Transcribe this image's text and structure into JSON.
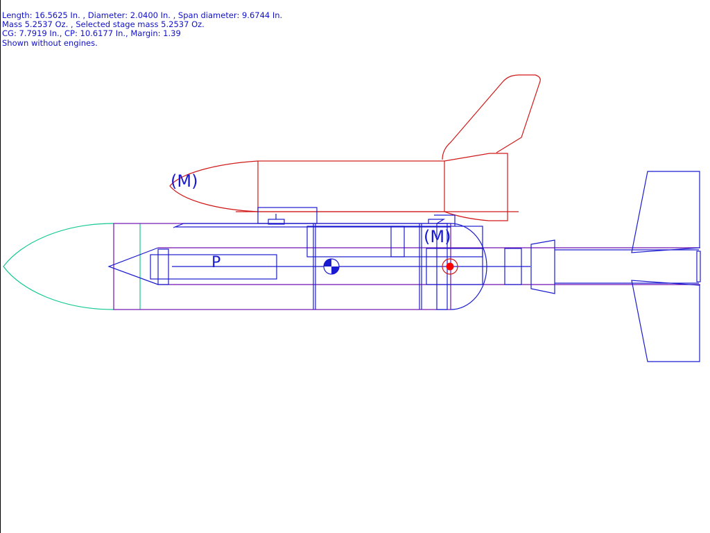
{
  "info": {
    "line1": "Length: 16.5625 In. , Diameter: 2.0400 In. , Span diameter: 9.6744 In.",
    "line2": "Mass 5.2537 Oz. , Selected stage mass 5.2537 Oz.",
    "line3": "CG: 7.7919 In., CP: 10.6177 In., Margin: 1.39",
    "line4": "Shown without engines."
  },
  "labels": {
    "mass_marker_orbiter": "(M)",
    "mass_marker_booster": "(M)",
    "parachute": "P"
  },
  "colors": {
    "booster": "#1a1ad0",
    "orbiter": "#d01818",
    "nosecone": "#10c890",
    "body_tube": "#7010b0",
    "cp_marker": "#ff0000"
  }
}
